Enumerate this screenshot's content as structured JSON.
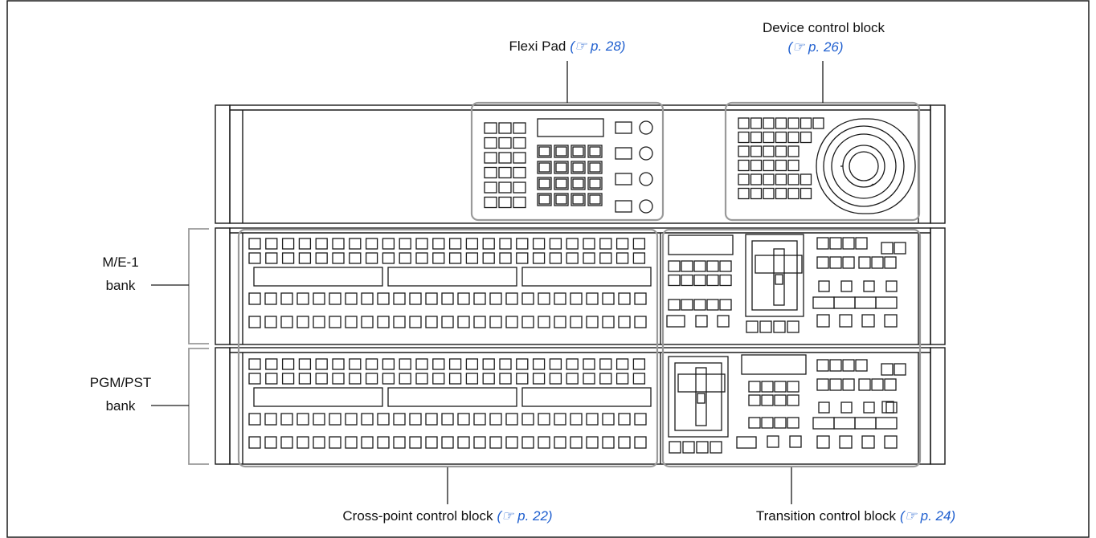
{
  "diagram": {
    "labels": {
      "flexi_pad": "Flexi Pad",
      "flexi_pad_ref": "(☞ p. 28)",
      "device_control": "Device control block",
      "device_control_ref": "(☞ p. 26)",
      "me1_line1": "M/E-1",
      "me1_line2": "bank",
      "pgm_line1": "PGM/PST",
      "pgm_line2": "bank",
      "cross_point": "Cross-point control block",
      "cross_point_ref": "(☞ p. 22)",
      "transition": "Transition control block",
      "transition_ref": "(☞ p. 24)"
    },
    "colors": {
      "line": "#1a1a1a",
      "callout_frame": "#9a9a9a",
      "reference_link": "#1f5fcf"
    }
  }
}
